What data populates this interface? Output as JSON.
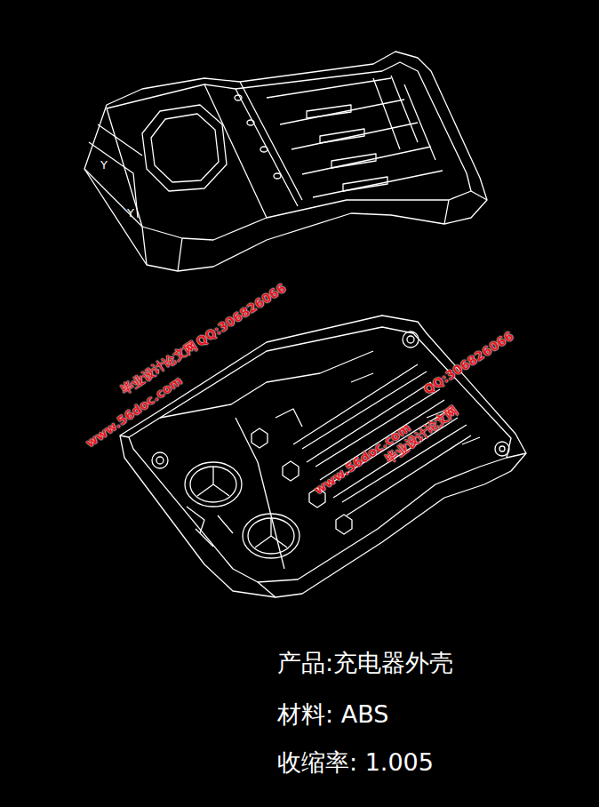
{
  "diagram": {
    "labels": [
      "Y",
      "Y",
      "毕业设计论文网",
      "QQ:306826066",
      "www.56doc.com",
      "QQ:306826066",
      "毕业设计论文网",
      "www.56doc.com",
      "产品:充电器外壳",
      "材料: ABS",
      "收缩率: 1.005"
    ]
  }
}
